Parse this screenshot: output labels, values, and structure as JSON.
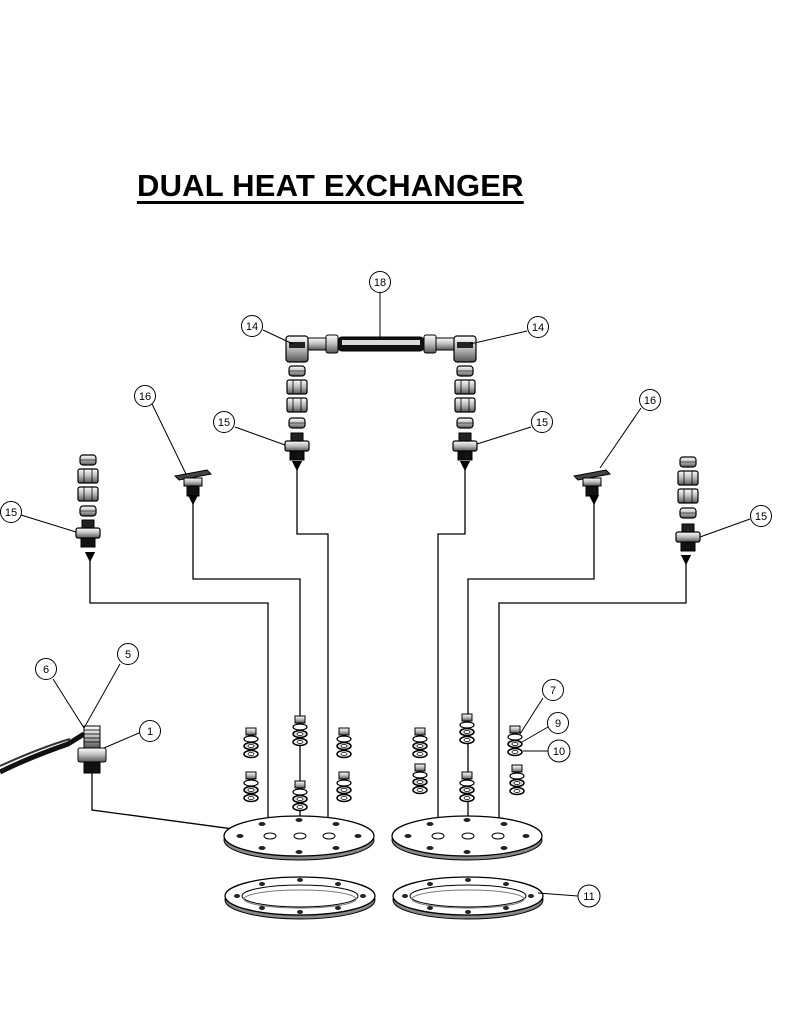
{
  "title": "DUAL HEAT EXCHANGER",
  "colors": {
    "ink": "#000000",
    "paper": "#ffffff",
    "shade": "#9a9a9a"
  },
  "callouts": {
    "c18": "18",
    "c14_left": "14",
    "c14_right": "14",
    "c16_left": "16",
    "c16_right": "16",
    "c15_inner_left": "15",
    "c15_inner_right": "15",
    "c15_outer_left": "15",
    "c15_outer_right": "15",
    "c6": "6",
    "c5": "5",
    "c1": "1",
    "c7": "7",
    "c9": "9",
    "c10": "10",
    "c11": "11"
  }
}
